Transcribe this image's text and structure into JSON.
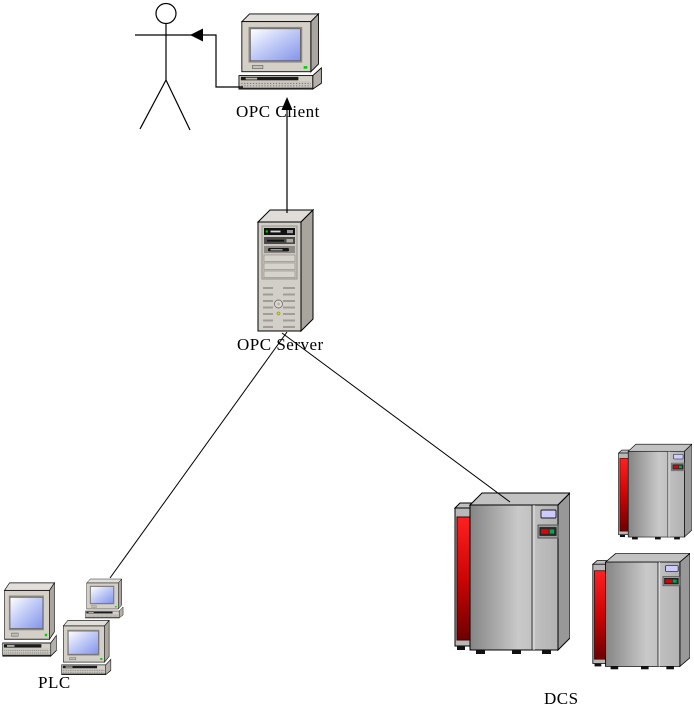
{
  "labels": {
    "opc_client": "OPC Client",
    "opc_server": "OPC Server",
    "plc": "PLC",
    "dcs": "DCS"
  },
  "nodes": [
    {
      "id": "user",
      "type": "person-stick-figure",
      "label": ""
    },
    {
      "id": "opc-client",
      "type": "desktop-computer",
      "label": "OPC Client"
    },
    {
      "id": "opc-server",
      "type": "tower-server",
      "label": "OPC Server"
    },
    {
      "id": "plc-group",
      "type": "desktop-computer-group",
      "count": 3,
      "label": "PLC"
    },
    {
      "id": "dcs-group",
      "type": "mainframe-cabinet-group",
      "count": 3,
      "label": "DCS"
    }
  ],
  "edges": [
    {
      "from": "opc-client",
      "to": "user",
      "style": "elbow",
      "arrowhead": "at-user"
    },
    {
      "from": "opc-server",
      "to": "opc-client",
      "style": "straight",
      "arrowhead": "at-client"
    },
    {
      "from": "opc-server",
      "to": "plc-group",
      "style": "straight",
      "arrowhead": "none"
    },
    {
      "from": "opc-server",
      "to": "dcs-group",
      "style": "straight",
      "arrowhead": "none"
    }
  ],
  "colors": {
    "background": "#ffffff",
    "outline": "#000000",
    "chassis_gray": "#d4d0c8",
    "chassis_side_gray": "#a9a59e",
    "screen_blue": "#8494ea",
    "led_green": "#00cc00",
    "dcs_body_gray": "#b5b5b5",
    "dcs_panel_red": "#dd0000",
    "dcs_display_lavender": "#ccccff"
  }
}
